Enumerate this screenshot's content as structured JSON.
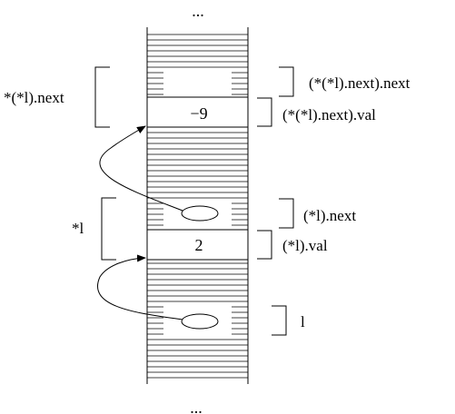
{
  "ellipsis_top": "...",
  "ellipsis_bottom": "...",
  "cells": {
    "next_next_val": "−9",
    "l_val": "2"
  },
  "labels": {
    "star_star_l_next": "*(*l).next",
    "next_next_next": "(*(*l).next).next",
    "next_next_val": "(*(*l).next).val",
    "star_l": "*l",
    "l_next": "(*l).next",
    "l_val": "(*l).val",
    "l": "l"
  }
}
